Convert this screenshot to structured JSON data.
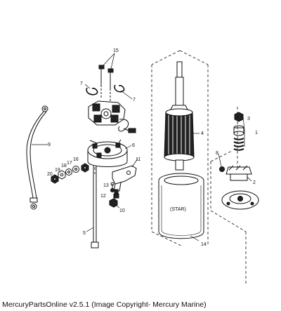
{
  "callouts": {
    "c1": "1",
    "c2": "2",
    "c3": "3",
    "c4": "4",
    "c5": "5",
    "c6": "6",
    "c7a": "7",
    "c7b": "7",
    "c8": "8",
    "c9": "9",
    "c10": "10",
    "c11": "11",
    "c12": "12",
    "c13": "13",
    "c14": "14",
    "c15": "15",
    "c16": "16",
    "c17": "17",
    "c18": "18",
    "c19": "19",
    "c20": "20"
  },
  "frame_label": "(STAR)",
  "caption": "MercuryPartsOnline v2.5.1 (Image Copyright- Mercury Marine)"
}
